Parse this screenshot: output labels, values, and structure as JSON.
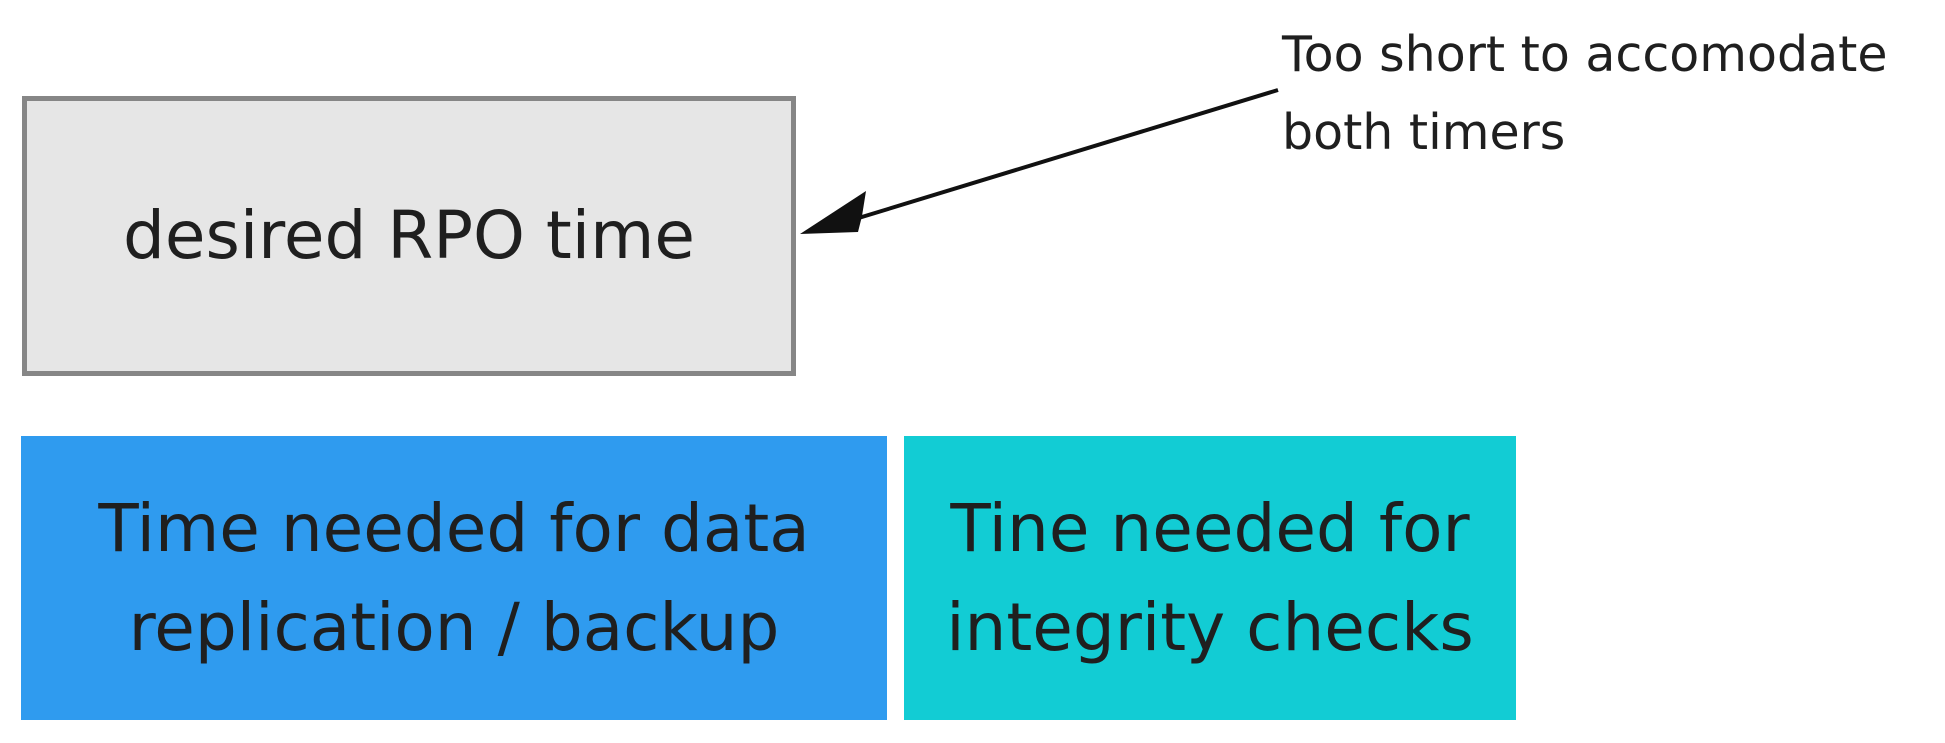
{
  "diagram": {
    "rpo_box": {
      "label": "desired RPO time",
      "fill": "#e6e6e6",
      "border": "#868686"
    },
    "replication_box": {
      "label": "Time needed for data\nreplication / backup",
      "fill": "#2f9bef"
    },
    "integrity_box": {
      "label": "Tine needed for\nintegrity checks",
      "fill": "#12ccd4"
    },
    "annotation": {
      "text": "Too short to accomodate\nboth timers",
      "points_to": "rpo_box"
    }
  }
}
